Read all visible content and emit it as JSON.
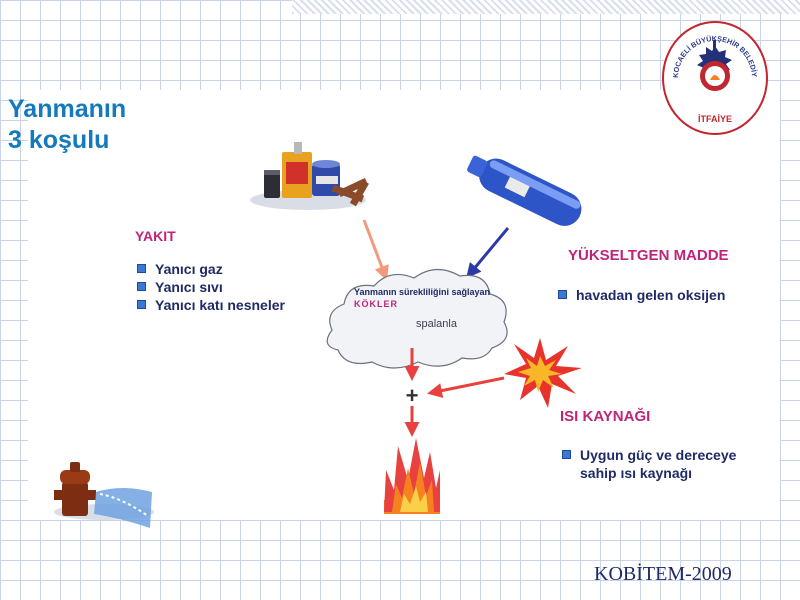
{
  "title": {
    "line1": "Yanmanın",
    "line2": "3 koşulu"
  },
  "fuel": {
    "heading": "YAKIT",
    "items": [
      "Yanıcı gaz",
      "Yanıcı sıvı",
      "Yanıcı katı nesneler"
    ]
  },
  "oxidizer": {
    "heading": "YÜKSELTGEN MADDE",
    "items": [
      "havadan gelen oksijen"
    ]
  },
  "heat": {
    "heading": "ISI KAYNAĞI",
    "items": [
      "Uygun güç ve dereceye sahip ısı kaynağı"
    ]
  },
  "center": {
    "text_prefix": "Yanmanın sürekliliğini sağlayan ",
    "text_highlight": "KÖKLER",
    "partial": "spalanla",
    "plus": "+"
  },
  "logo": {
    "ring_text": "KOCAELİ BÜYÜKŞEHİR BELEDİYESİ",
    "bottom_text": "İTFAİYE"
  },
  "footer": "KOBİTEM-2009",
  "colors": {
    "title": "#1479bd",
    "heading": "#c0237a",
    "list_text": "#1f2a66",
    "arrow": "#e8413f",
    "flame": "#f5821f"
  },
  "icons": [
    "fuel-cans-icon",
    "gas-cylinder-icon",
    "cloud-icon",
    "spark-icon",
    "flame-icon",
    "fire-hydrant-icon",
    "logo-emblem"
  ]
}
